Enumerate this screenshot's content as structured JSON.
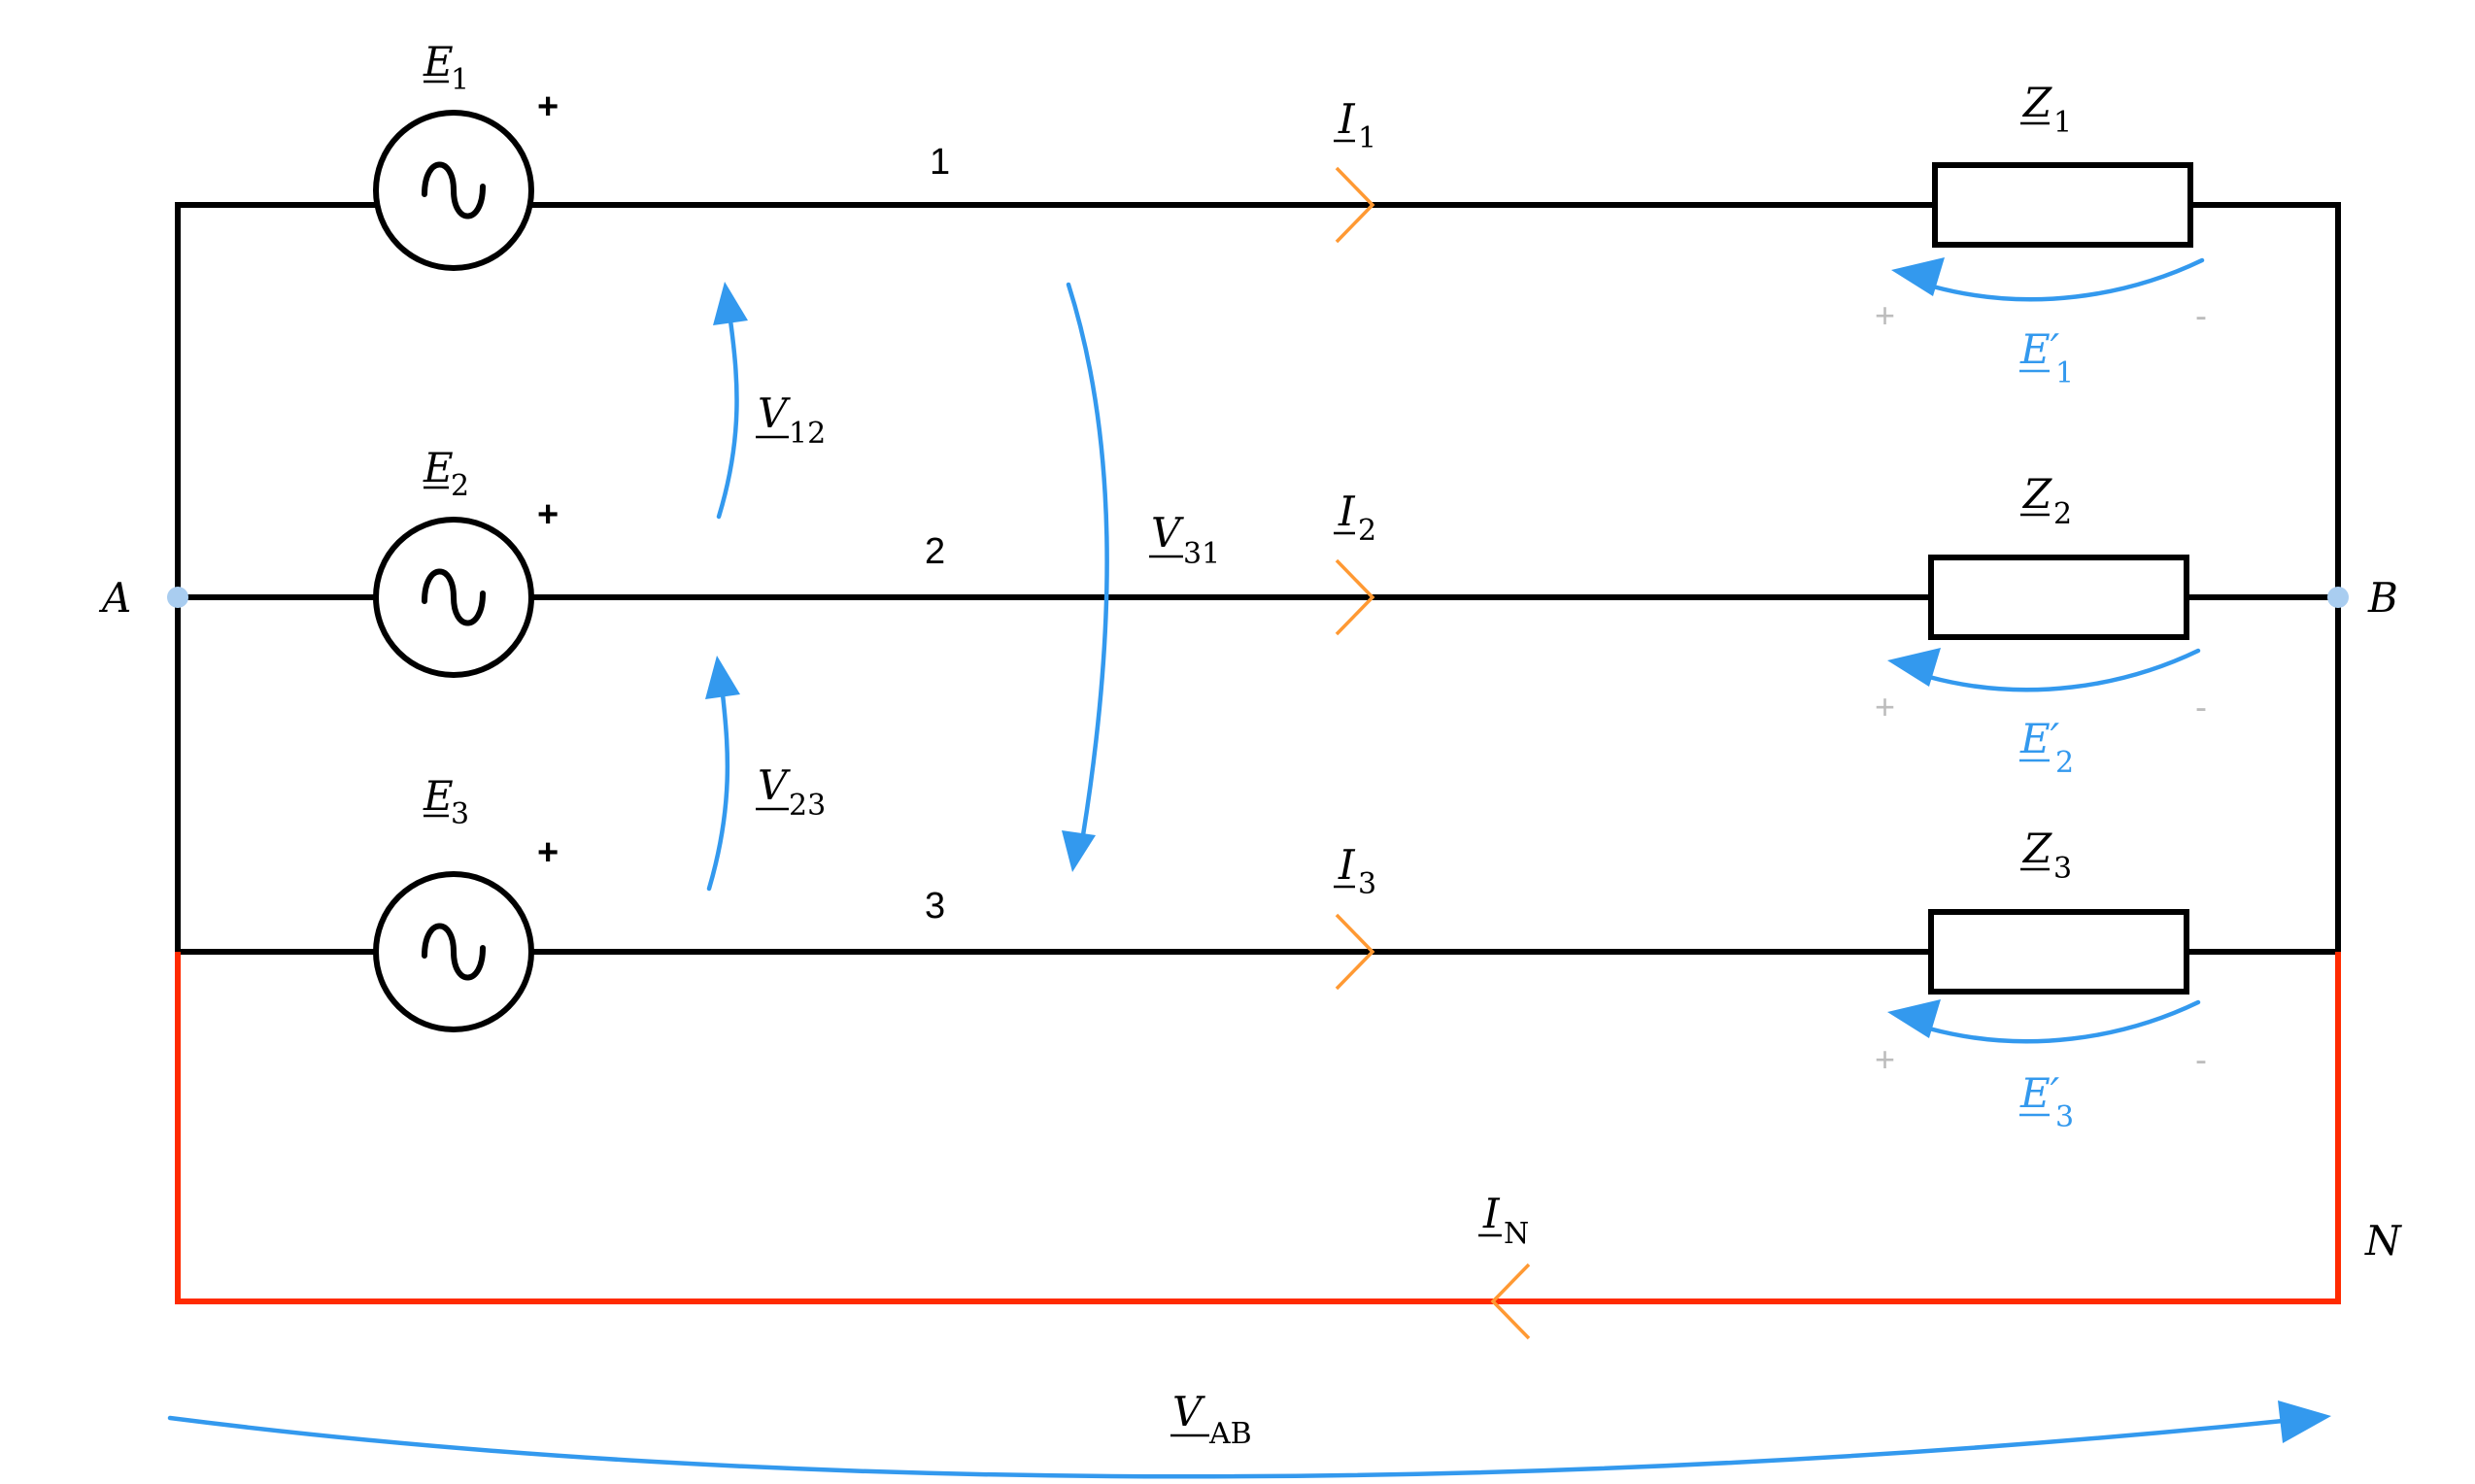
{
  "sources": [
    {
      "id": "E1",
      "symbol": "E",
      "sub": "1",
      "sign": "+"
    },
    {
      "id": "E2",
      "symbol": "E",
      "sub": "2",
      "sign": "+"
    },
    {
      "id": "E3",
      "symbol": "E",
      "sub": "3",
      "sign": "+"
    }
  ],
  "lines": [
    {
      "number": "1"
    },
    {
      "number": "2"
    },
    {
      "number": "3"
    }
  ],
  "currents": [
    {
      "symbol": "I",
      "sub": "1"
    },
    {
      "symbol": "I",
      "sub": "2"
    },
    {
      "symbol": "I",
      "sub": "3"
    },
    {
      "symbol": "I",
      "sub": "N"
    }
  ],
  "impedances": [
    {
      "symbol": "Z",
      "sub": "1"
    },
    {
      "symbol": "Z",
      "sub": "2"
    },
    {
      "symbol": "Z",
      "sub": "3"
    }
  ],
  "load_voltages": [
    {
      "symbol": "E′",
      "sub": "1",
      "plus": "+",
      "minus": "-"
    },
    {
      "symbol": "E′",
      "sub": "2",
      "plus": "+",
      "minus": "-"
    },
    {
      "symbol": "E′",
      "sub": "3",
      "plus": "+",
      "minus": "-"
    }
  ],
  "line_voltages": [
    {
      "symbol": "V",
      "sub": "12"
    },
    {
      "symbol": "V",
      "sub": "23"
    },
    {
      "symbol": "V",
      "sub": "31"
    },
    {
      "symbol": "V",
      "sub": "AB"
    }
  ],
  "nodes": {
    "A": "A",
    "B": "B",
    "N": "N"
  },
  "colors": {
    "wire": "#000000",
    "neutral": "#ff2a00",
    "voltage_arrow": "#3399ee",
    "current_marker": "#ff9933",
    "node_dot": "#a9cdf0",
    "sign_grey": "#bdbdbd"
  }
}
